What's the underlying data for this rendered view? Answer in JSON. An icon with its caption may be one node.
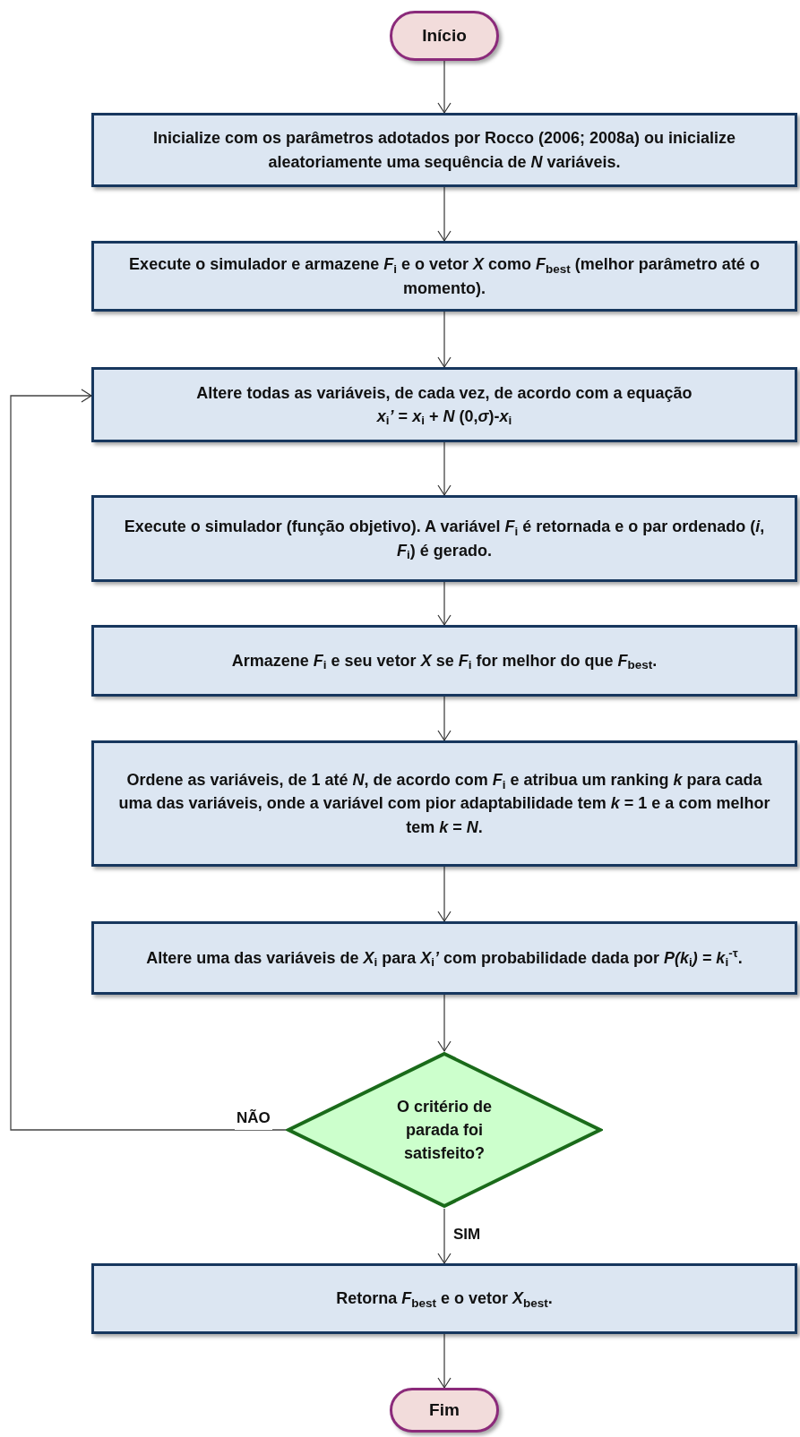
{
  "diagram": {
    "nodes": [
      {
        "text": [
          "Início"
        ]
      },
      {
        "text": [
          "Inicialize com os parâmetros adotados por Rocco (2006; 2008a) ou inicialize aleatoriamente uma sequência de *N* variáveis."
        ]
      },
      {
        "text": [
          "Execute o simulador e armazene *F*$_{i}$ e o vetor *X* como *F*$_{best}$ (melhor parâmetro até o momento)."
        ]
      },
      {
        "text": [
          "Altere todas as variáveis, de cada vez, de acordo com a equação",
          "*x*$_{i}$*’*  =  *x*$_{i}$ + *N* (0,*σ*)-*x*$_{i}$"
        ]
      },
      {
        "text": [
          "Execute o simulador (função objetivo). A variável *F*$_{i}$ é retornada e o par ordenado (*i*, *F*$_{i}$) é gerado."
        ]
      },
      {
        "text": [
          "Armazene *F*$_{i}$ e seu vetor *X* se *F*$_{i}$ for melhor do que *F*$_{best}$."
        ]
      },
      {
        "text": [
          "Ordene as variáveis, de 1 até *N*, de acordo com *F*$_{i}$ e atribua um ranking *k* para cada uma das variáveis, onde a variável com pior adaptabilidade tem *k* = 1 e a com melhor tem *k* = *N*."
        ]
      },
      {
        "text": [
          "Altere uma das variáveis de *X*$_{i}$ para *X*$_{i}$*’* com probabilidade dada por *P(k*$_{i}$*) = k*$_{i}$$^{-τ}$."
        ]
      },
      {
        "text": [
          "O critério de parada foi satisfeito?"
        ]
      },
      {
        "text": [
          "Retorna *F*$_{best}$ e o vetor *X*$_{best}$."
        ]
      },
      {
        "text": [
          "Fim"
        ]
      }
    ],
    "edges": [
      {
        "from": 0,
        "to": 1,
        "arrow": "to"
      },
      {
        "from": 1,
        "to": 2,
        "arrow": "to"
      },
      {
        "from": 2,
        "to": 3,
        "arrow": "to"
      },
      {
        "from": 3,
        "to": 4,
        "arrow": "to"
      },
      {
        "from": 4,
        "to": 5,
        "arrow": "to"
      },
      {
        "from": 5,
        "to": 6,
        "arrow": "to"
      },
      {
        "from": 6,
        "to": 7,
        "arrow": "to"
      },
      {
        "from": 7,
        "to": 8,
        "arrow": "to"
      },
      {
        "from": 8,
        "to": 3,
        "arrow": "to",
        "label": "NÃO"
      },
      {
        "from": 8,
        "to": 9,
        "arrow": "to",
        "label": "SIM"
      },
      {
        "from": 9,
        "to": 10,
        "arrow": "to"
      }
    ]
  }
}
